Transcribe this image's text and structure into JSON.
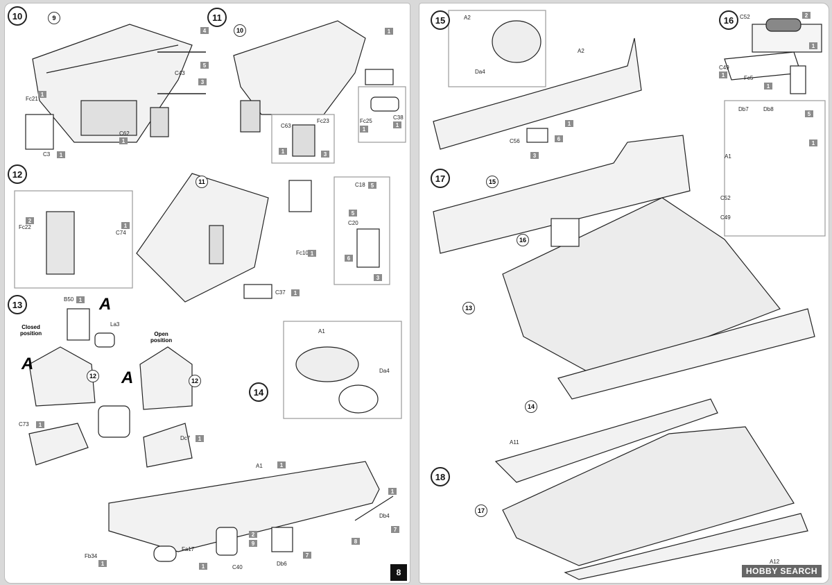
{
  "colors": {
    "accent": "#8c8c8c",
    "line": "#222222",
    "page": "#ffffff"
  },
  "left_page": {
    "page_number": "8",
    "steps": [
      "10",
      "11",
      "12",
      "13",
      "14"
    ],
    "step13": {
      "closed_label": "Closed\nposition",
      "open_label": "Open\nposition",
      "marker": "A"
    },
    "refs": [
      "9",
      "10",
      "11",
      "12",
      "12"
    ],
    "labels": [
      "Fc21",
      "C3",
      "C43",
      "C62",
      "Fc25",
      "C38",
      "C63",
      "Fc23",
      "Fc22",
      "C74",
      "Fc10",
      "C18",
      "C20",
      "C37",
      "B50",
      "La3",
      "C73",
      "Dc7",
      "A1",
      "Da4",
      "A1",
      "Fb34",
      "Fa17",
      "C40",
      "Db6",
      "Db4"
    ],
    "qty": [
      "1",
      "4",
      "5",
      "3",
      "1",
      "1",
      "1",
      "1",
      "1",
      "1",
      "3",
      "2",
      "1",
      "1",
      "5",
      "5",
      "6",
      "3",
      "1",
      "1",
      "1",
      "1",
      "1",
      "2",
      "9",
      "1",
      "1",
      "7",
      "8",
      "7",
      "1"
    ]
  },
  "right_page": {
    "steps": [
      "15",
      "16",
      "17",
      "18"
    ],
    "refs": [
      "15",
      "16",
      "13",
      "14",
      "17"
    ],
    "labels": [
      "A2",
      "Da4",
      "A2",
      "C56",
      "C52",
      "C49",
      "Fc5",
      "Db7",
      "Db8",
      "A1",
      "C52",
      "C49",
      "A11",
      "A12"
    ],
    "qty": [
      "1",
      "6",
      "3",
      "2",
      "1",
      "1",
      "1",
      "5",
      "1"
    ],
    "watermark": "HOBBY SEARCH"
  }
}
